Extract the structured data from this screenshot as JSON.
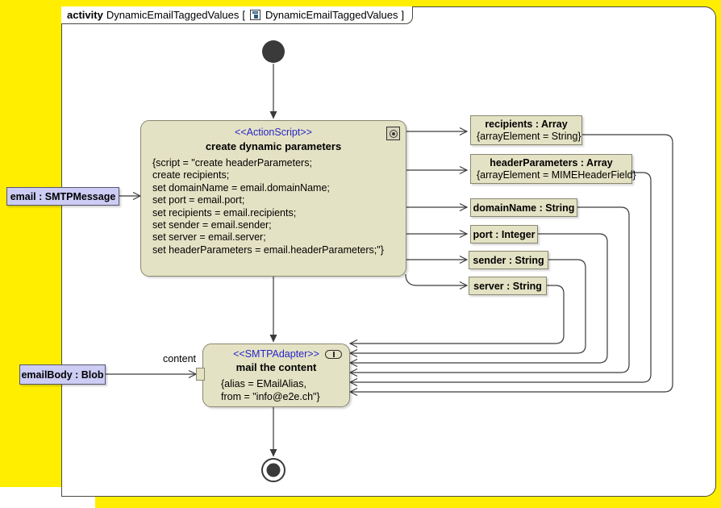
{
  "diagram": {
    "frame_keyword": "activity",
    "frame_name": "DynamicEmailTaggedValues",
    "frame_bracket_open": "[",
    "frame_bracket_label": "DynamicEmailTaggedValues",
    "frame_bracket_close": "]",
    "frame_icon": "diagram-icon"
  },
  "colors": {
    "page_background": "#ffee00",
    "frame_background": "#ffffff",
    "node_fill": "#e4e2c4",
    "node_border": "#8a8770",
    "external_object_fill": "#ccccf4",
    "external_object_border": "#55556e",
    "stereotype_text": "#2626c8",
    "edge_stroke": "#3a3a3a"
  },
  "initial_node": {
    "name": "initial-node"
  },
  "final_node": {
    "name": "activity-final-node"
  },
  "actions": [
    {
      "id": "create-dynamic-parameters",
      "stereotype": "<<ActionScript>>",
      "name": "create dynamic parameters",
      "icon": "target-icon",
      "body": "{script = \"create headerParameters;\ncreate recipients;\nset domainName = email.domainName;\nset port = email.port;\nset recipients = email.recipients;\nset sender = email.sender;\nset server = email.server;\nset headerParameters = email.headerParameters;\"}"
    },
    {
      "id": "mail-the-content",
      "stereotype": "<<SMTPAdapter>>",
      "name": "mail the content",
      "icon": "pill-icon",
      "body": "{alias = EMailAlias,\nfrom = \"info@e2e.ch\"}"
    }
  ],
  "output_pins": [
    {
      "title": "recipients : Array",
      "sub": "{arrayElement = String}"
    },
    {
      "title": "headerParameters : Array",
      "sub": "{arrayElement = MIMEHeaderField}"
    },
    {
      "title": "domainName : String",
      "sub": ""
    },
    {
      "title": "port : Integer",
      "sub": ""
    },
    {
      "title": "sender : String",
      "sub": ""
    },
    {
      "title": "server : String",
      "sub": ""
    }
  ],
  "external_inputs": [
    {
      "label": "email : SMTPMessage",
      "edge_label": ""
    },
    {
      "label": "emailBody : Blob",
      "edge_label": "content"
    }
  ]
}
